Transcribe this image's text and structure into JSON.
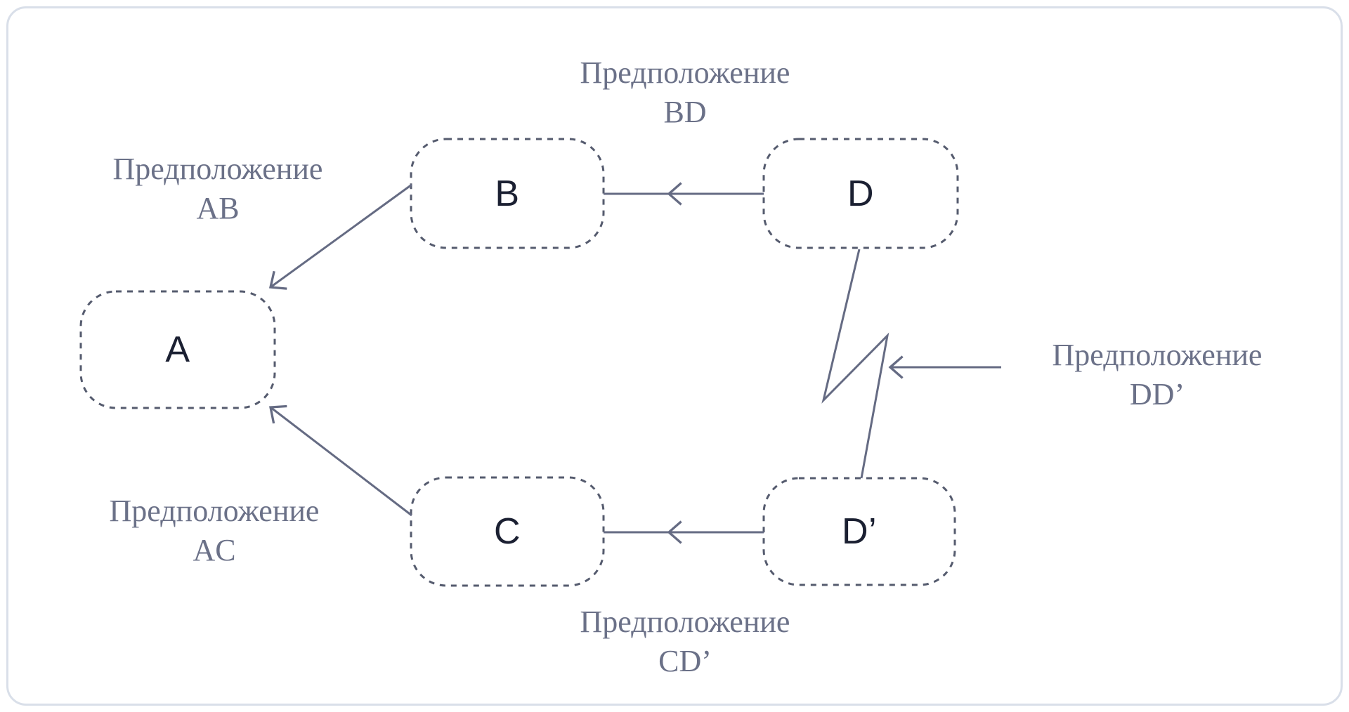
{
  "diagram": {
    "type": "argument-flowchart",
    "language": "ru"
  },
  "nodes": [
    {
      "id": "A",
      "label": "A"
    },
    {
      "id": "B",
      "label": "B"
    },
    {
      "id": "C",
      "label": "C"
    },
    {
      "id": "D",
      "label": "D"
    },
    {
      "id": "D-prime",
      "label": "D’"
    }
  ],
  "labels": [
    {
      "id": "AB",
      "line1": "Предположение",
      "line2": "AB"
    },
    {
      "id": "BD",
      "line1": "Предположение",
      "line2": "BD"
    },
    {
      "id": "AC",
      "line1": "Предположение",
      "line2": "AC"
    },
    {
      "id": "CD-prime",
      "line1": "Предположение",
      "line2": "CD’"
    },
    {
      "id": "DD-prime",
      "line1": "Предположение",
      "line2": "DD’"
    }
  ],
  "edges": [
    {
      "id": "d-to-b",
      "from": "D",
      "to": "B",
      "style": "arrow-chevron-mid"
    },
    {
      "id": "dprime-to-c",
      "from": "D’",
      "to": "C",
      "style": "arrow-chevron-mid"
    },
    {
      "id": "b-to-a",
      "from": "B",
      "to": "A",
      "style": "arrow-chevron-end"
    },
    {
      "id": "c-to-a",
      "from": "C",
      "to": "A",
      "style": "arrow-chevron-end"
    },
    {
      "id": "d-to-dprime",
      "from": "D",
      "to": "D’",
      "style": "contradiction-bolt"
    },
    {
      "id": "dd-pointer",
      "from": "label-DD’",
      "to": "d-to-dprime",
      "style": "arrow-chevron-end"
    }
  ],
  "colors": {
    "frame_border": "#d9dfe9",
    "node_border": "#555b6e",
    "node_text": "#1b2032",
    "label_text": "#6b7188",
    "arrow": "#656b83",
    "canvas_bg": "#ffffff"
  }
}
